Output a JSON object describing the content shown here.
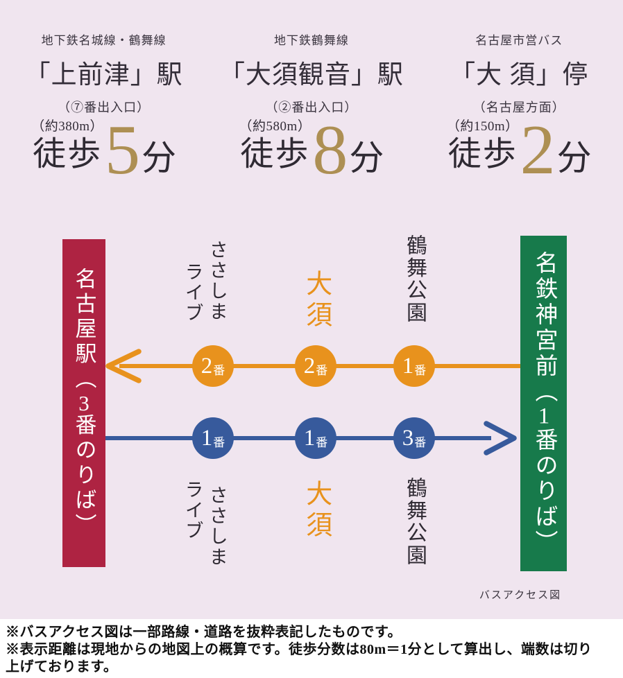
{
  "colors": {
    "background": "#f0e5ef",
    "accent_gold": "#ad8f53",
    "route_orange": "#e8921d",
    "route_blue": "#375a9c",
    "terminal_red": "#ae2342",
    "terminal_green": "#177a4b"
  },
  "stations": [
    {
      "line": "地下鉄名城線・鶴舞線",
      "name": "「上前津」駅",
      "exit": "（⑦番出入口）",
      "distance": "（約380m）",
      "walk_label": "徒歩",
      "minutes": "5",
      "unit": "分"
    },
    {
      "line": "地下鉄鶴舞線",
      "name": "「大須観音」駅",
      "exit": "（②番出入口）",
      "distance": "（約580m）",
      "walk_label": "徒歩",
      "minutes": "8",
      "unit": "分"
    },
    {
      "line": "名古屋市営バス",
      "name": "「大 須」停",
      "exit": "（名古屋方面）",
      "distance": "（約150m）",
      "walk_label": "徒歩",
      "minutes": "2",
      "unit": "分"
    }
  ],
  "diagram": {
    "caption": "バスアクセス図",
    "left_terminal": {
      "pre": "名古屋駅（",
      "num": "3",
      "post": "番のりば）"
    },
    "right_terminal": {
      "pre": "名鉄神宮前（",
      "num": "1",
      "post": "番のりば）"
    },
    "routes": [
      {
        "name": "orange-route-to-nagoya-station",
        "direction": "left",
        "stops": [
          {
            "badge_num": "2",
            "badge_unit": "番",
            "label_lines": [
              "ささしま",
              "ライブ"
            ]
          },
          {
            "badge_num": "2",
            "badge_unit": "番",
            "label_lines": [
              "大須"
            ]
          },
          {
            "badge_num": "1",
            "badge_unit": "番",
            "label_lines": [
              "鶴舞公園"
            ]
          }
        ]
      },
      {
        "name": "blue-route-to-meitetsu-jingumae",
        "direction": "right",
        "stops": [
          {
            "badge_num": "1",
            "badge_unit": "番",
            "label_lines": [
              "ささしま",
              "ライブ"
            ]
          },
          {
            "badge_num": "1",
            "badge_unit": "番",
            "label_lines": [
              "大須"
            ]
          },
          {
            "badge_num": "3",
            "badge_unit": "番",
            "label_lines": [
              "鶴舞公園"
            ]
          }
        ]
      }
    ]
  },
  "notes": [
    "※バスアクセス図は一部路線・道路を抜粋表記したものです。",
    "※表示距離は現地からの地図上の概算です。徒歩分数は80m＝1分として算出し、端数は切り",
    "上げております。"
  ]
}
